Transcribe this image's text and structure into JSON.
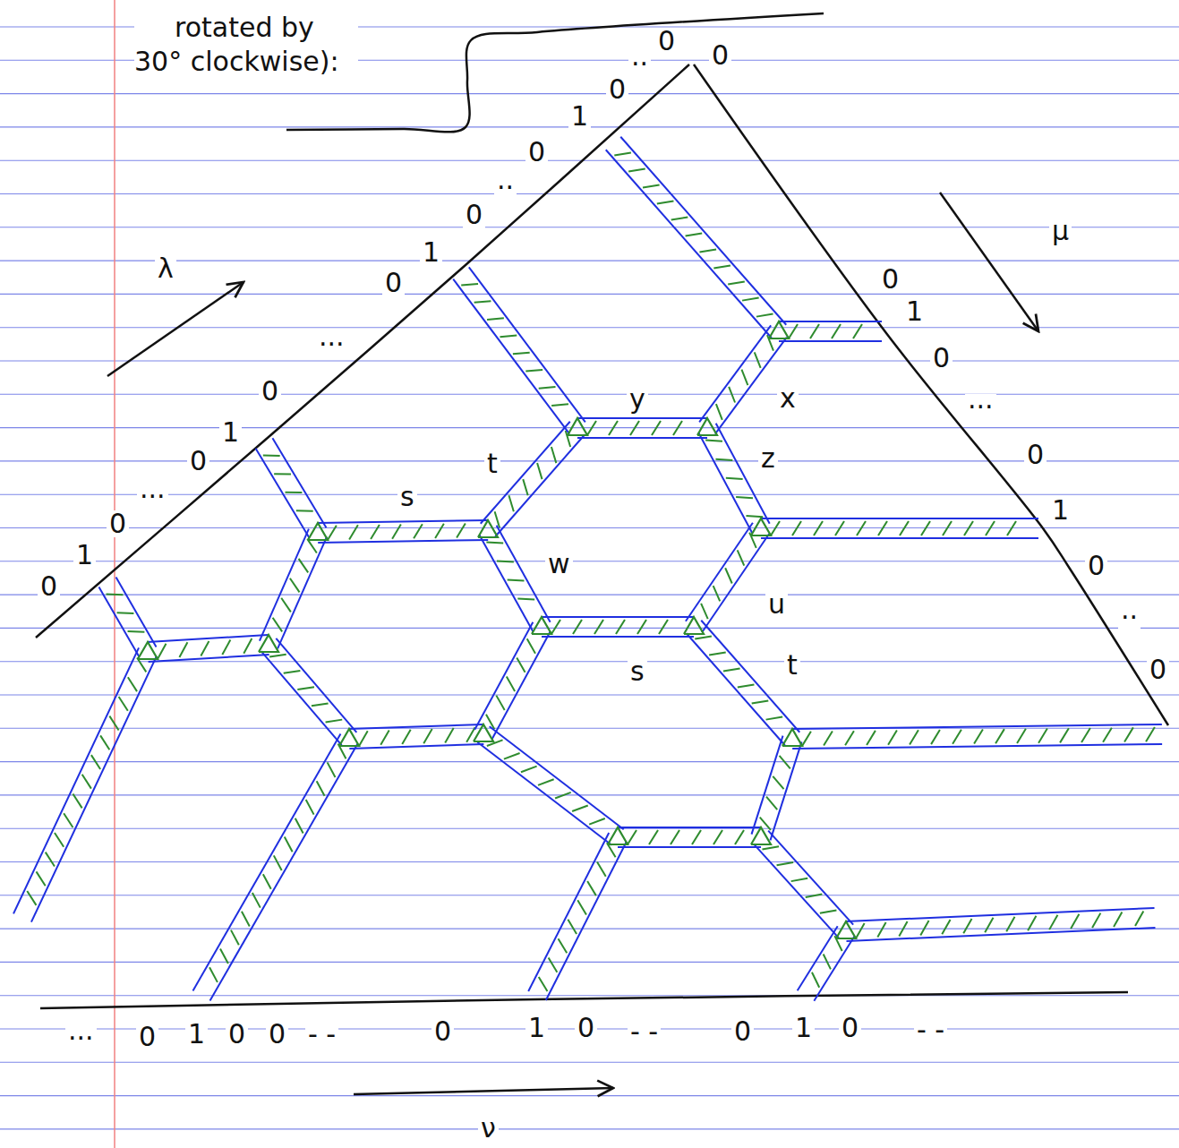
{
  "diagram": {
    "labels": [
      "rotated by 30° clockwise):",
      "λ",
      "μ",
      "ν",
      "0",
      "1",
      "0",
      "···",
      "0",
      "1",
      "0",
      "···",
      "0",
      "1",
      "0",
      "··",
      "0",
      "1",
      "0",
      "··",
      "0",
      "0",
      "0",
      "1",
      "0",
      "···",
      "0",
      "1",
      "0",
      "··",
      "0",
      "···",
      "0",
      "1",
      "0",
      "0",
      "- -",
      "0",
      "1",
      "0",
      "- -",
      "0",
      "1",
      "0",
      "- -",
      "y",
      "x",
      "z",
      "t",
      "s",
      "w",
      "u",
      "s",
      "t"
    ]
  }
}
